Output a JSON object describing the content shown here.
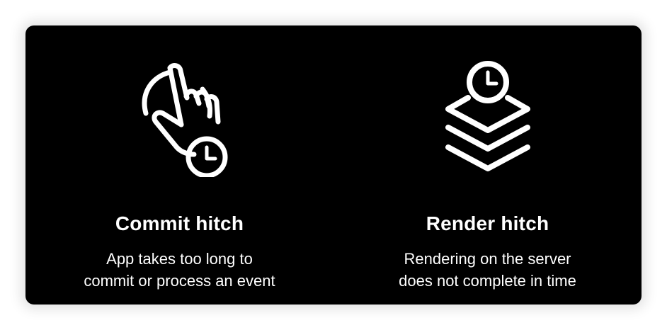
{
  "colors": {
    "card_background": "#000000",
    "foreground": "#ffffff",
    "page_background": "#ffffff"
  },
  "cards": [
    {
      "icon": "hand-tap-with-clock-icon",
      "title": "Commit hitch",
      "description_lines": [
        "App takes too long to",
        "commit or process an event"
      ]
    },
    {
      "icon": "stacked-layers-with-clock-icon",
      "title": "Render hitch",
      "description_lines": [
        "Rendering on the server",
        "does not complete in time"
      ]
    }
  ]
}
